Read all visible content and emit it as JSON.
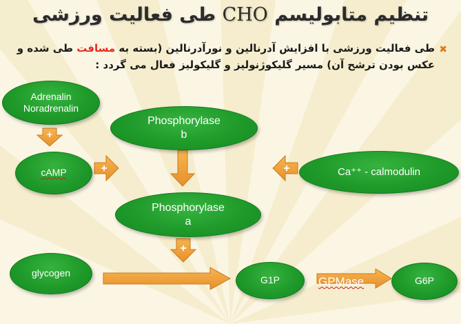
{
  "slide": {
    "title_part1": "تنظیم متابولیسم",
    "title_latin": "CHO",
    "title_part2": "طی فعالیت ورزشی",
    "bullet_pre": "طی فعالیت ورزشی با افزایش آدرنالین و نورآدرنالین (بسته به",
    "bullet_hl1": "مسافت",
    "bullet_mid": "طی شده و عکس بودن ترشح آن) مسیر گلیکوژنولیز و گلیکولیز فعال می گردد :",
    "bullet_icon": "bullet-x-icon"
  },
  "nodes": {
    "adrenalin_line1": "Adrenalin",
    "adrenalin_line2": "Noradrenalin",
    "camp": "cAMP",
    "phosb_line1": "Phosphorylase",
    "phosb_line2": "b",
    "phosa_line1": "Phosphorylase",
    "phosa_line2": "a",
    "ca": "Ca⁺⁺ - calmodulin",
    "glycogen": "glycogen",
    "g1p": "G1P",
    "g6p": "G6P"
  },
  "labels": {
    "plus": "+",
    "gpmase": "GPMase"
  },
  "colors": {
    "node_green": "#1f9a2a",
    "arrow_orange": "#f0a13a",
    "highlight_red": "#e8281e",
    "background": "#fbf6e4"
  }
}
